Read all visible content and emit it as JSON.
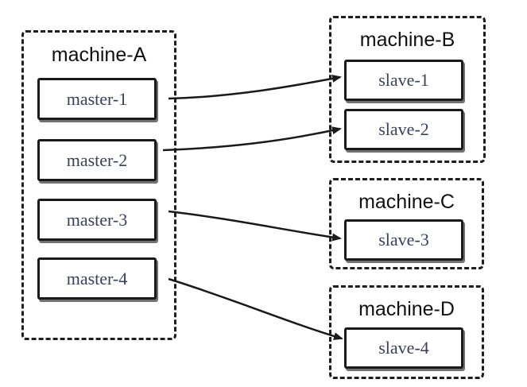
{
  "machines": {
    "a": {
      "title": "machine-A"
    },
    "b": {
      "title": "machine-B"
    },
    "c": {
      "title": "machine-C"
    },
    "d": {
      "title": "machine-D"
    }
  },
  "masters": [
    "master-1",
    "master-2",
    "master-3",
    "master-4"
  ],
  "slaves": [
    "slave-1",
    "slave-2",
    "slave-3",
    "slave-4"
  ],
  "links": [
    {
      "from": "master-1",
      "to": "slave-1"
    },
    {
      "from": "master-2",
      "to": "slave-2"
    },
    {
      "from": "master-3",
      "to": "slave-3"
    },
    {
      "from": "master-4",
      "to": "slave-4"
    }
  ],
  "colors": {
    "border": "#1e1e1e",
    "node_text": "#3a3f5c",
    "title_text": "#111111",
    "arrow": "#1a1a1a"
  }
}
